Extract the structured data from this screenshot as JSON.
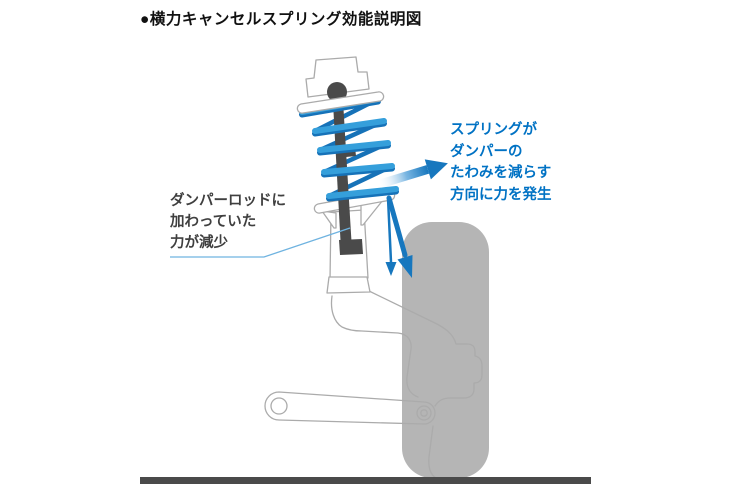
{
  "title": "●横力キャンセルスプリング効能説明図",
  "annotations": {
    "damper_rod_label": {
      "line1": "ダンパーロッドに",
      "line2": "加わっていた",
      "line3": "力が減少"
    },
    "spring_force_label": {
      "line1": "スプリングが",
      "line2": "ダンパーの",
      "line3": "たわみを減らす",
      "line4": "方向に力を発生"
    }
  },
  "colors": {
    "spring_light": "#359fdb",
    "spring_dark": "#1672b8",
    "force_blue": "#1777be",
    "leader_blue": "#6fb3e0",
    "tire_gray": "#b5b5b5",
    "outline_gray": "#ababab",
    "rod_gray": "#4a4a4a",
    "ground_gray": "#4a4a4a",
    "label_blue": "#0072c4",
    "label_dark": "#3f3f3f"
  },
  "diagram_parts": {
    "tire": "tire",
    "ground": "ground-line",
    "strut": "strut-assembly",
    "spring": "coil-spring",
    "rod": "damper-rod",
    "knuckle": "steering-knuckle",
    "lower_arm": "lower-control-arm"
  }
}
